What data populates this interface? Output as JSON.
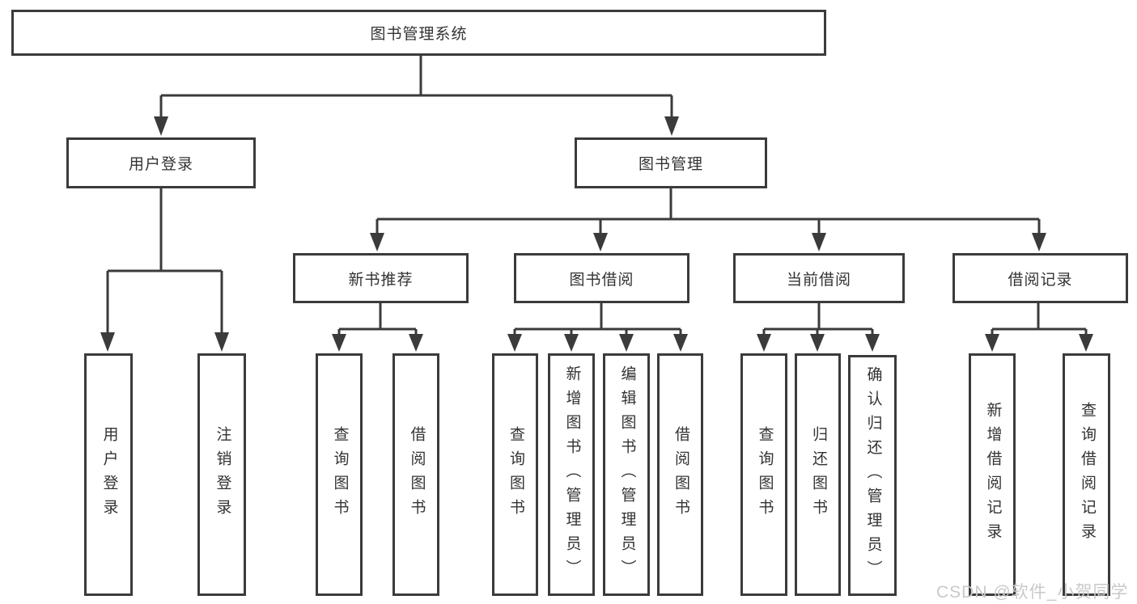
{
  "tree": {
    "root": "图书管理系统",
    "branches": [
      {
        "label": "用户登录",
        "children": [
          "用户登录",
          "注销登录"
        ]
      },
      {
        "label": "图书管理",
        "groups": [
          {
            "label": "新书推荐",
            "children": [
              "查询图书",
              "借阅图书"
            ]
          },
          {
            "label": "图书借阅",
            "children": [
              "查询图书",
              "新增图书（管理员）",
              "编辑图书（管理员）",
              "借阅图书"
            ]
          },
          {
            "label": "当前借阅",
            "children": [
              "查询图书",
              "归还图书",
              "确认归还（管理员）"
            ]
          },
          {
            "label": "借阅记录",
            "children": [
              "新增借阅记录",
              "查询借阅记录"
            ]
          }
        ]
      }
    ]
  },
  "colors": {
    "line": "#3b3b3b",
    "text": "#333333",
    "watermark": "#c9c9c9",
    "background": "#ffffff"
  },
  "watermark": {
    "text": "CSDN @软件_小贺同学"
  }
}
